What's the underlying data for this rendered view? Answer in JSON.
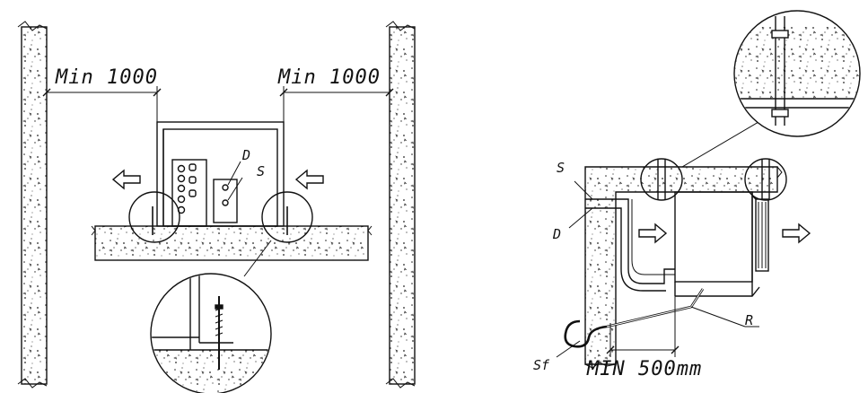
{
  "left_view": {
    "clearance_left": "Min 1000",
    "clearance_right": "Min 1000",
    "label_d": "D",
    "label_s": "S"
  },
  "right_view": {
    "label_s": "S",
    "label_d": "D",
    "label_r": "R",
    "label_sf": "Sf",
    "min_distance": "MIN 500mm"
  }
}
